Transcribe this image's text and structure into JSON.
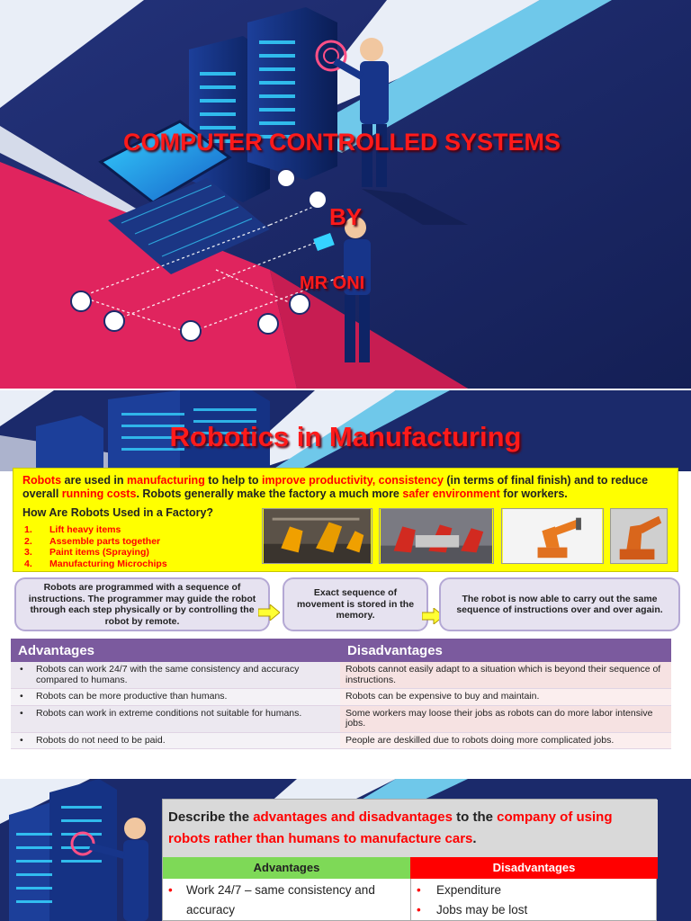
{
  "slide1": {
    "title": "COMPUTER CONTROLLED SYSTEMS",
    "by": "BY",
    "author": "MR ONI"
  },
  "slide2": {
    "title": "Robotics in Manufacturing",
    "intro": {
      "p1": "Robots",
      "p2": " are used in ",
      "p3": "manufacturing",
      "p4": " to help to ",
      "p5": "improve productivity, consistency",
      "p6": " (in terms of final finish) and to reduce overall ",
      "p7": "running costs",
      "p8": ". Robots generally make the factory a much more ",
      "p9": "safer environment",
      "p10": " for workers."
    },
    "question": "How Are Robots Used in a Factory?",
    "uses": [
      {
        "n": "1.",
        "t": "Lift heavy items"
      },
      {
        "n": "2.",
        "t": "Assemble parts together"
      },
      {
        "n": "3.",
        "t": "Paint items (Spraying)"
      },
      {
        "n": "4.",
        "t": "Manufacturing Microchips"
      }
    ],
    "flow": [
      "Robots are programmed with a sequence of instructions. The programmer may guide the robot through each step physically or by controlling the robot by remote.",
      "Exact sequence of movement is stored in the memory.",
      "The robot is now able to carry out the same sequence of instructions over and over again."
    ],
    "table": {
      "adv_header": "Advantages",
      "dis_header": "Disadvantages",
      "rows": [
        {
          "bullet": "•",
          "adv": "Robots can work 24/7 with the same consistency and accuracy compared to humans.",
          "dis": "Robots cannot easily adapt to a situation which is beyond their sequence of instructions."
        },
        {
          "bullet": "•",
          "adv": "Robots can be more productive than humans.",
          "dis": "Robots can be expensive to buy and maintain."
        },
        {
          "bullet": "•",
          "adv": "Robots can work in extreme conditions not suitable for humans.",
          "dis": "Some workers may loose their jobs as robots can do more labor intensive jobs."
        },
        {
          "bullet": "•",
          "adv": "Robots do not need to be paid.",
          "dis": "People are deskilled due to robots doing more complicated jobs."
        }
      ]
    }
  },
  "slide3": {
    "q1": "Describe the ",
    "q2": "advantages and disadvantages",
    "q3": " to the ",
    "q4": "company of using robots rather than humans to manufacture cars",
    "q5": ".",
    "adv_header": "Advantages",
    "dis_header": "Disadvantages",
    "adv_items": [
      "Work 24/7 – same consistency and accuracy"
    ],
    "dis_items": [
      "Expenditure",
      "Jobs may be lost"
    ],
    "bullet": "•"
  },
  "colors": {
    "title_red": "#ff1a1a",
    "navy": "#1b2a6b",
    "magenta": "#e0245e",
    "yellow": "#ffff00",
    "purple_header": "#7b5a9e",
    "green_header": "#7ed957"
  }
}
